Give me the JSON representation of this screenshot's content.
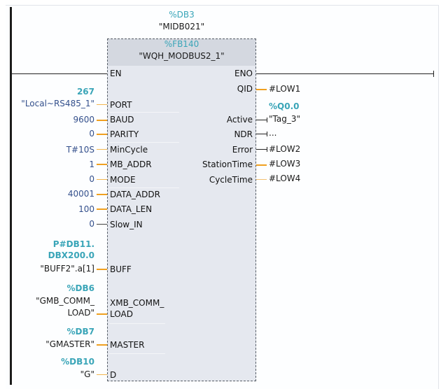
{
  "instance": {
    "db": "%DB3",
    "name": "\"MIDB021\""
  },
  "block": {
    "fb": "%FB140",
    "name": "\"WQH_MODBUS2_1\""
  },
  "inputs": {
    "en": "EN",
    "port": {
      "pin": "PORT",
      "addr": "267",
      "value": "\"Local~RS485_1\""
    },
    "baud": {
      "pin": "BAUD",
      "value": "9600"
    },
    "parity": {
      "pin": "PARITY",
      "value": "0"
    },
    "mincycle": {
      "pin": "MinCycle",
      "value": "T#10S"
    },
    "mb_addr": {
      "pin": "MB_ADDR",
      "value": "1"
    },
    "mode": {
      "pin": "MODE",
      "value": "0"
    },
    "data_addr": {
      "pin": "DATA_ADDR",
      "value": "40001"
    },
    "data_len": {
      "pin": "DATA_LEN",
      "value": "100"
    },
    "slow_in": {
      "pin": "Slow_IN",
      "value": "0"
    },
    "buff": {
      "pin": "BUFF",
      "addr_line1": "P#DB11.",
      "addr_line2": "DBX200.0",
      "value": "\"BUFF2\".a[1]"
    },
    "xmb": {
      "pin_line1": "XMB_COMM_",
      "pin_line2": "LOAD",
      "addr": "%DB6",
      "value_line1": "\"GMB_COMM_",
      "value_line2": "LOAD\""
    },
    "master": {
      "pin": "MASTER",
      "addr": "%DB7",
      "value": "\"GMASTER\""
    },
    "d": {
      "pin": "D",
      "addr": "%DB10",
      "value": "\"G\""
    }
  },
  "outputs": {
    "eno": "ENO",
    "qid": {
      "pin": "QID",
      "value": "#LOW1"
    },
    "active": {
      "pin": "Active",
      "addr": "%Q0.0",
      "value": "\"Tag_3\""
    },
    "ndr": {
      "pin": "NDR",
      "value": "..."
    },
    "error": {
      "pin": "Error",
      "value": "#LOW2"
    },
    "stationtime": {
      "pin": "StationTime",
      "value": "#LOW3"
    },
    "cycletime": {
      "pin": "CycleTime",
      "value": "#LOW4"
    }
  },
  "colors": {
    "address": "#3aa5b8",
    "constant": "#34508c",
    "wire": "#f0a020",
    "block_bg": "#e5e8ef",
    "block_header": "#d4d8e0"
  }
}
